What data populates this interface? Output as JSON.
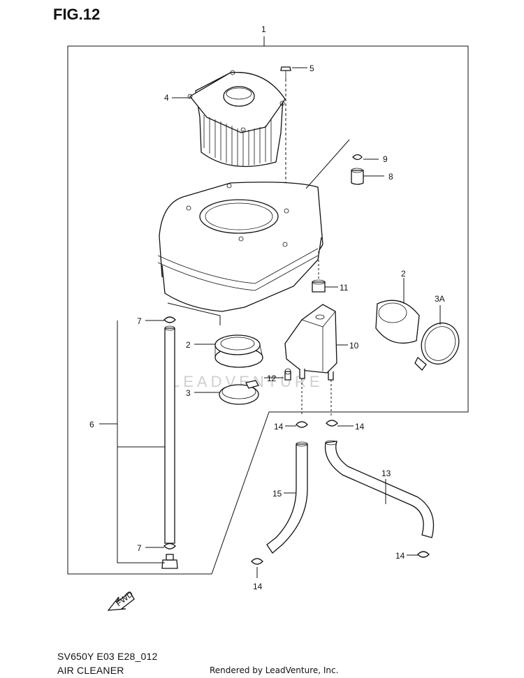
{
  "figure": {
    "title": "FIG.12"
  },
  "footer": {
    "model_code": "SV650Y E03 E28_012",
    "section_name": "AIR CLEANER",
    "credit": "Rendered by LeadVenture, Inc."
  },
  "watermark": {
    "text": "LEADVENTURE"
  },
  "fwd_label": "FWD",
  "callouts": {
    "c1": "1",
    "c2a": "2",
    "c2b": "2",
    "c3": "3",
    "c3a": "3A",
    "c4": "4",
    "c5": "5",
    "c6": "6",
    "c7a": "7",
    "c7b": "7",
    "c8": "8",
    "c9": "9",
    "c10": "10",
    "c11": "11",
    "c12": "12",
    "c13": "13",
    "c14a": "14",
    "c14b": "14",
    "c14c": "14",
    "c14d": "14",
    "c15": "15"
  }
}
